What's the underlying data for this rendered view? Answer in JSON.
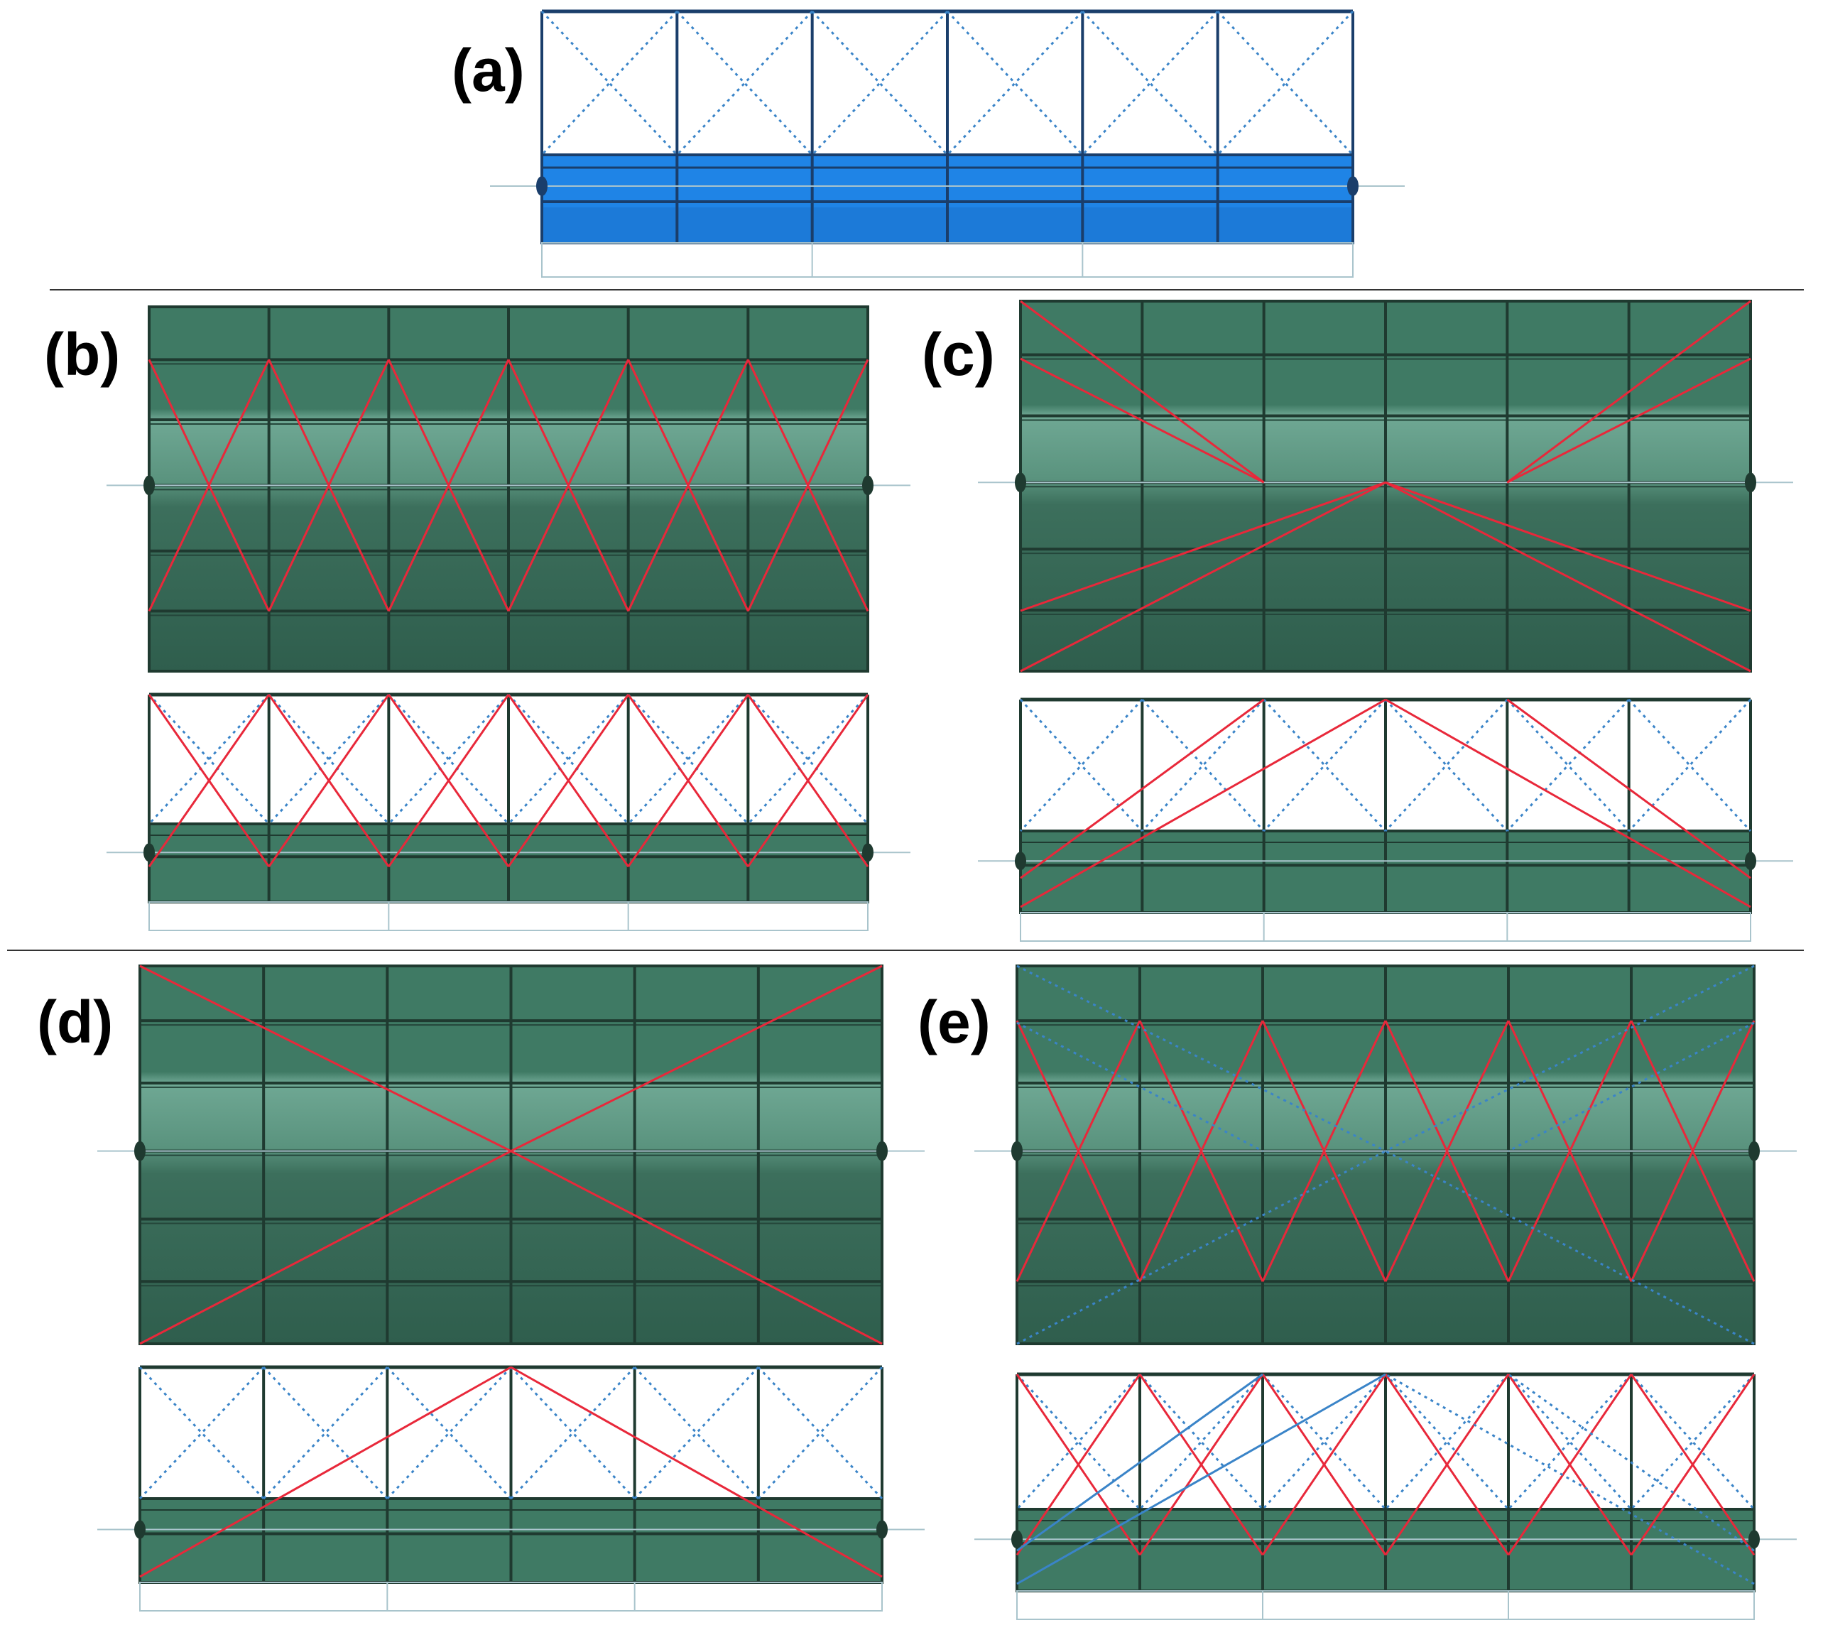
{
  "labels": {
    "a": "(a)",
    "b": "(b)",
    "c": "(c)",
    "d": "(d)",
    "e": "(e)"
  },
  "colors": {
    "background": "#ffffff",
    "dark_green": "#2e5d4c",
    "mid_green": "#3f7a64",
    "light_green": "#6aa691",
    "frame_line": "#1f3a30",
    "blue_fill": "#1f84e6",
    "blue_dark": "#17569c",
    "frame_blue": "#1a3e6b",
    "red_brace": "#e8283a",
    "blue_dotted": "#3a84c8",
    "divider": "#333333",
    "axis_line": "#a9c4cc"
  },
  "panels": {
    "a": {
      "bays": 6,
      "pattern": "x-dotted",
      "color_scheme": "blue"
    },
    "b": {
      "bays": 6,
      "pattern": "diamond-per-bay",
      "color_scheme": "green"
    },
    "c": {
      "bays": 6,
      "pattern": "two-bay-chevron",
      "color_scheme": "green"
    },
    "d": {
      "bays": 6,
      "pattern": "full-span-x",
      "color_scheme": "green"
    },
    "e": {
      "bays": 6,
      "pattern": "combined",
      "color_scheme": "green"
    }
  }
}
